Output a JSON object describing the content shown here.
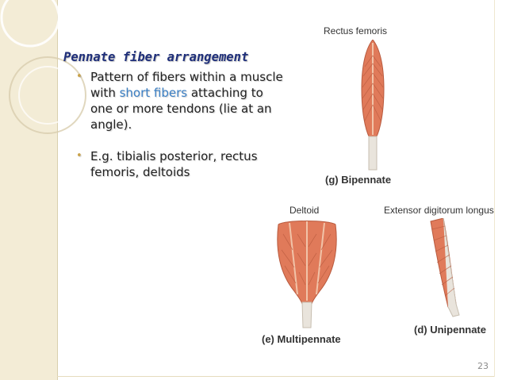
{
  "slide": {
    "heading": "Pennate fiber arrangement",
    "bullets": [
      {
        "parts": [
          "Pattern of fibers within a muscle with ",
          "short fibers",
          " attaching to one or more tendons (lie at an angle)."
        ]
      },
      {
        "text": "E.g. tibialis posterior, rectus femoris, deltoids"
      }
    ],
    "page_number": "23"
  },
  "figures": {
    "rectus": {
      "label": "Rectus femoris",
      "caption": "(g) Bipennate"
    },
    "deltoid": {
      "label": "Deltoid",
      "caption": "(e) Multipennate"
    },
    "extensor": {
      "label": "Extensor digitorum longus",
      "caption": "(d) Unipennate"
    }
  },
  "colors": {
    "heading": "#1f2f7a",
    "highlight": "#3b7fc4",
    "muscle": "#e07a5a",
    "tendon": "#e9e4dc",
    "band": "#f3ecd6"
  }
}
